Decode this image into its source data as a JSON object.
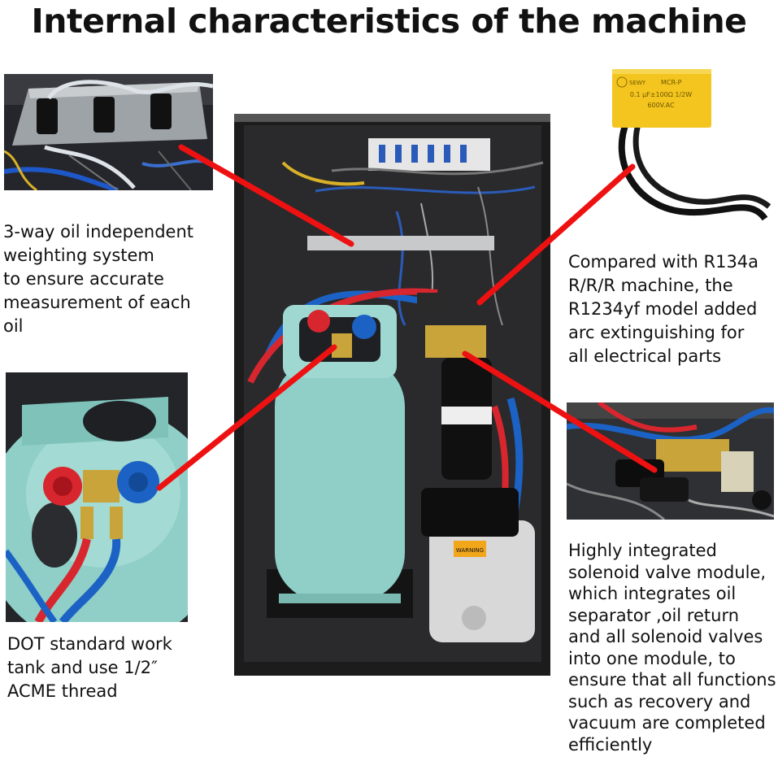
{
  "title": "Internal characteristics of the machine",
  "captions": {
    "weighing": [
      "3-way oil independent",
      "weighting system",
      "to ensure accurate",
      "measurement of each",
      "oil"
    ],
    "tank": [
      "DOT standard work",
      "tank and use 1/2″",
      "ACME thread"
    ],
    "arc": [
      "Compared with R134a",
      "R/R/R machine, the",
      "R1234yf model added",
      "arc extinguishing for",
      "all electrical parts"
    ],
    "solenoid": [
      "Highly integrated",
      "solenoid valve module,",
      "which integrates oil",
      "separator ,oil return",
      "and all solenoid valves",
      "into one module, to",
      "ensure that all functions",
      "such as recovery and",
      "vacuum are completed",
      "efficiently"
    ]
  },
  "capacitor_label": {
    "brand": "SEWY",
    "model": "MCR-P",
    "spec": "0.1 µF±100Ω 1/2W",
    "voltage": "600V.AC"
  },
  "pump_warning_label": "WARNING",
  "colors": {
    "leader_line": "#ee1111",
    "tank": "#8fcfc8",
    "cabinet": "#1c1c1c",
    "valve_red": "#d8262e",
    "valve_blue": "#1c62c4",
    "capacitor": "#f4c51f"
  }
}
